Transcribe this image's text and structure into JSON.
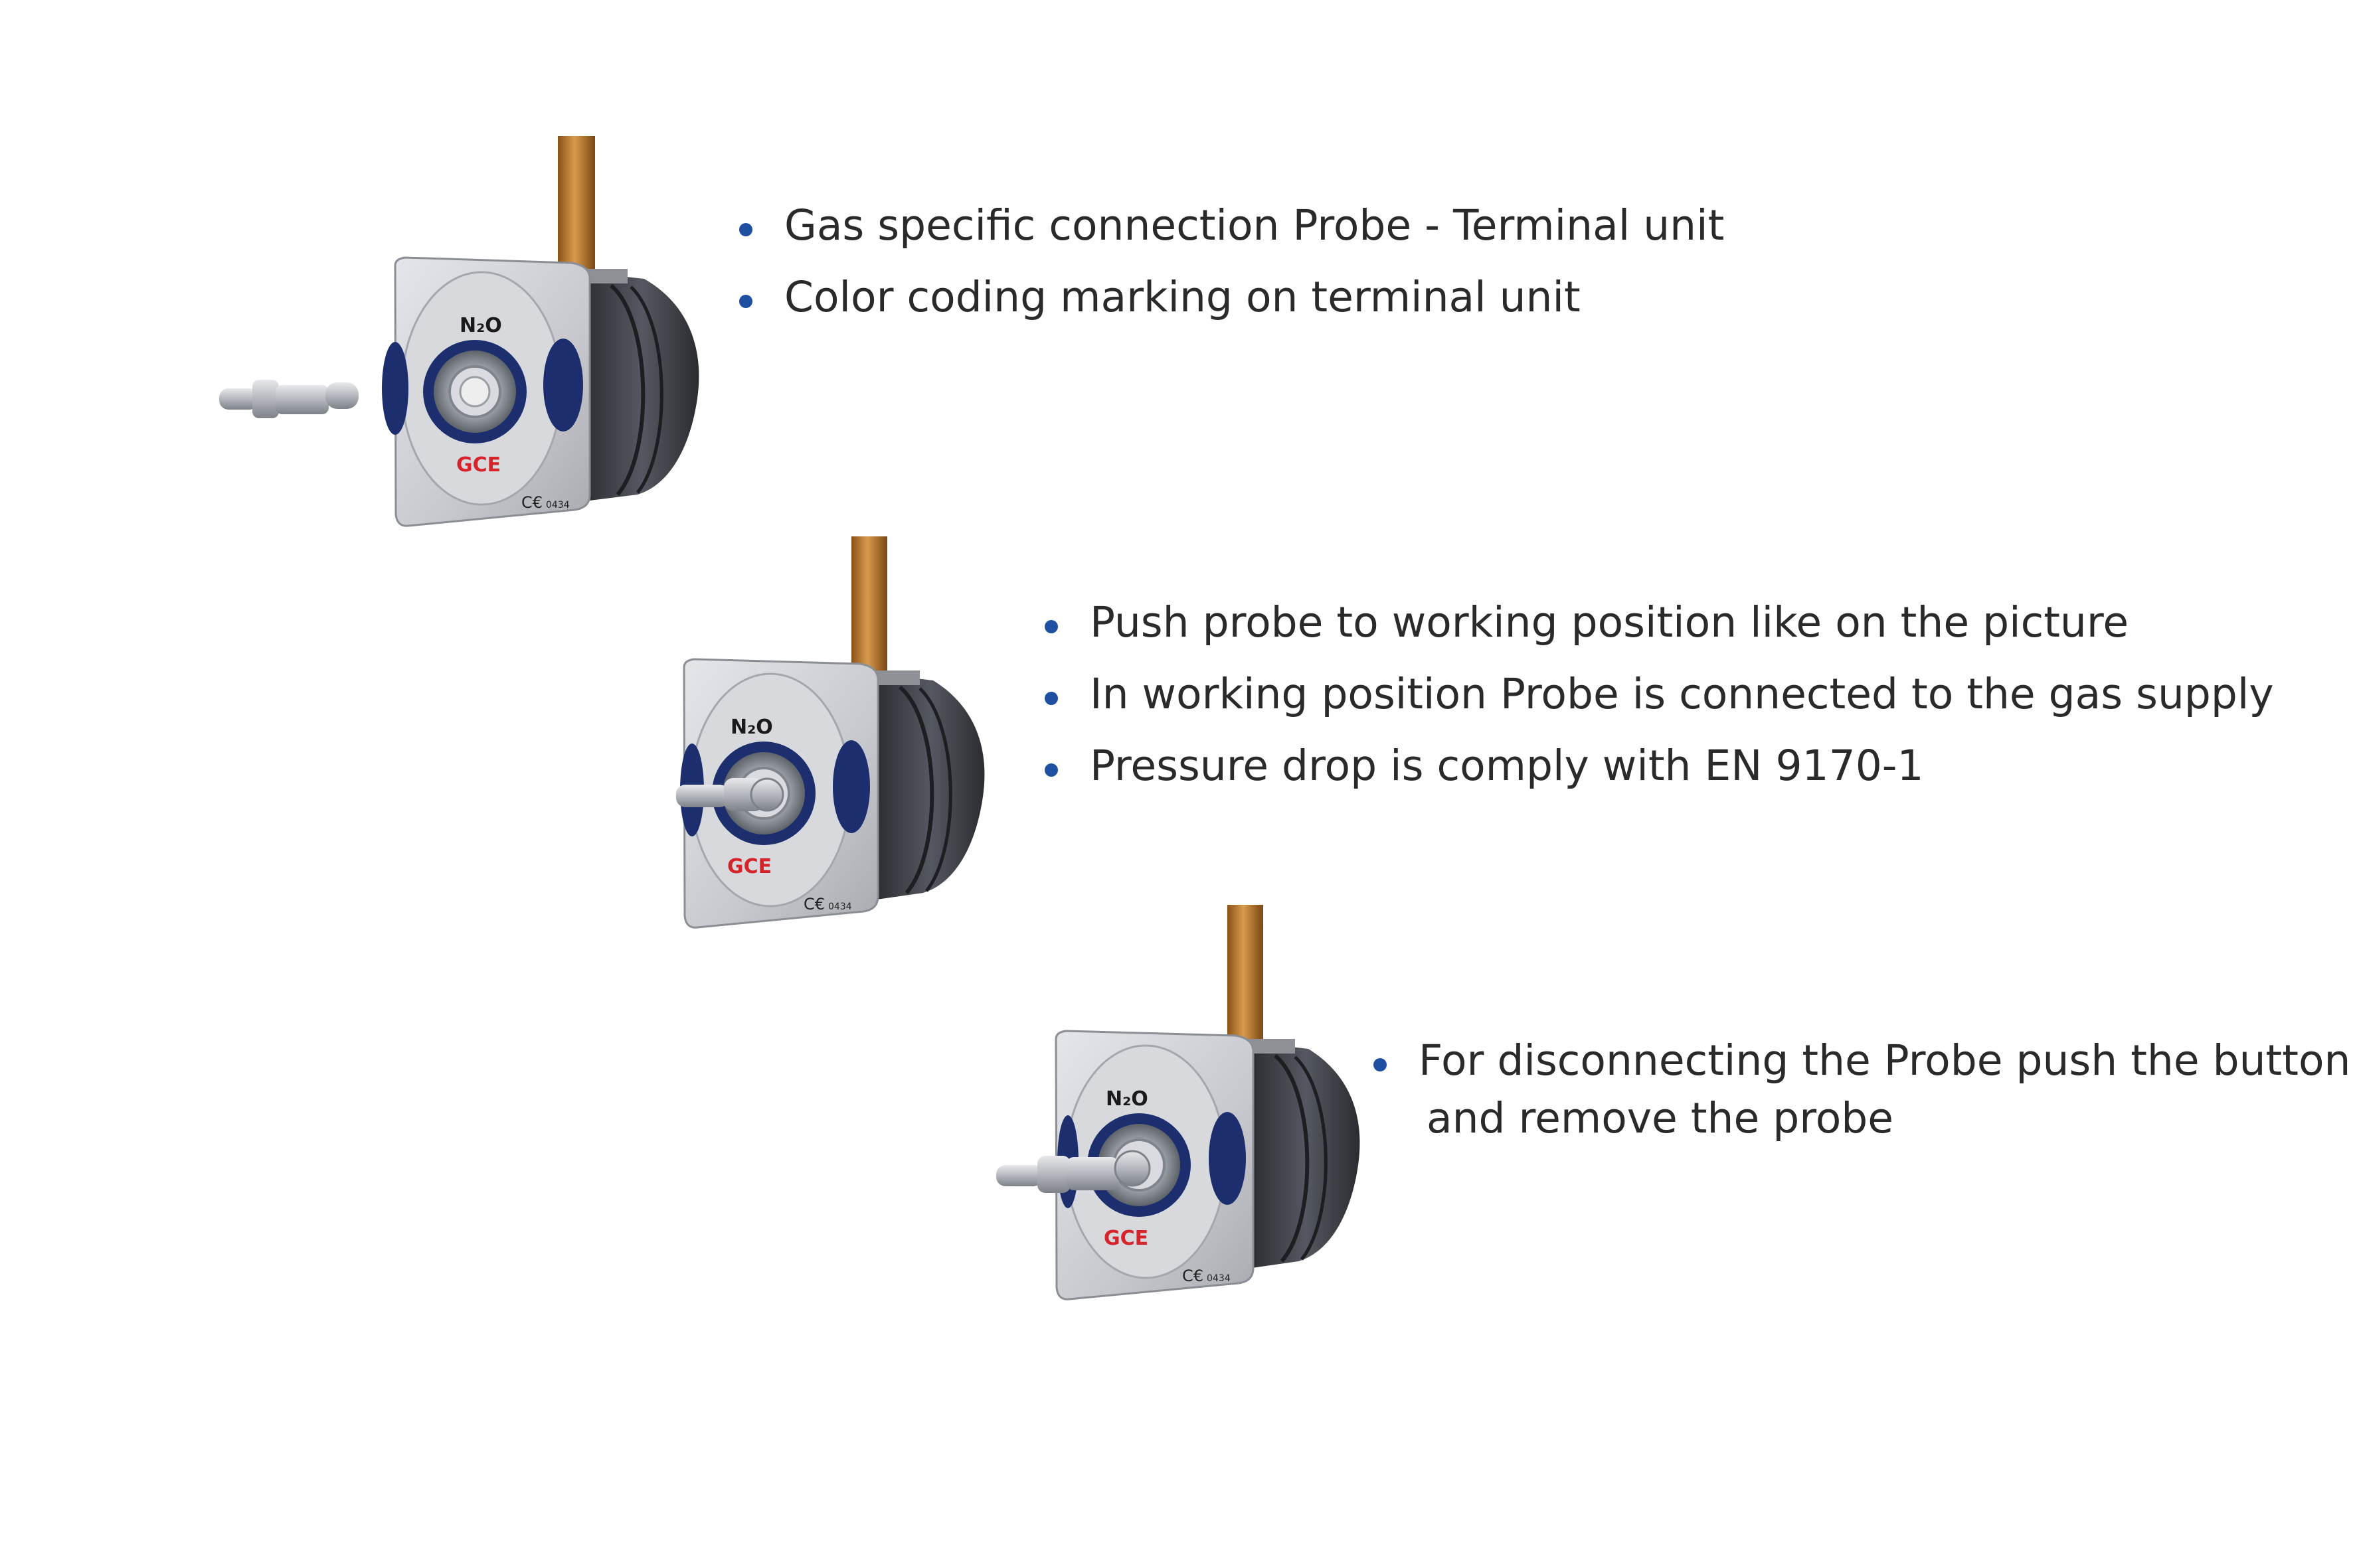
{
  "steps": [
    {
      "label": "N₂O",
      "brand": "GCE",
      "mark": "C€",
      "mark_code": "0434",
      "bullets": [
        "Gas specific connection Probe - Terminal unit",
        "Color coding marking on terminal unit"
      ]
    },
    {
      "label": "N₂O",
      "brand": "GCE",
      "mark": "C€",
      "mark_code": "0434",
      "bullets": [
        "Push probe to working position like on the picture",
        "In working position Probe is connected to the gas supply",
        "Pressure drop is comply with EN 9170-1"
      ]
    },
    {
      "label": "N₂O",
      "brand": "GCE",
      "mark": "C€",
      "mark_code": "0434",
      "bullets": [
        "For disconnecting the Probe push the button",
        "and remove the probe"
      ]
    }
  ],
  "colors": {
    "bullet": "#1f4fa0",
    "text": "#2a2a2a",
    "pipe": "#b8752c",
    "body": "#c9cbd0",
    "housing": "#3b3d42",
    "indicator": "#1c2e6e",
    "brand": "#d6242a"
  }
}
